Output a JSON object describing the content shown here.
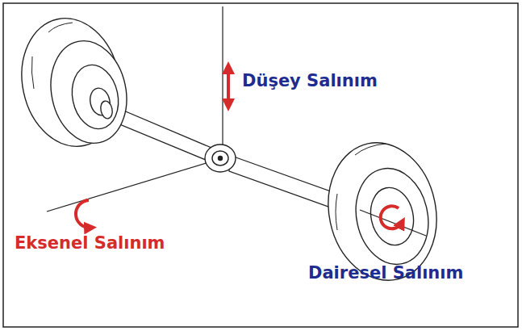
{
  "diagram": {
    "labels": [
      "Düşey Salınım",
      "Eksenel Salınım",
      "Dairesel Salınım"
    ]
  }
}
